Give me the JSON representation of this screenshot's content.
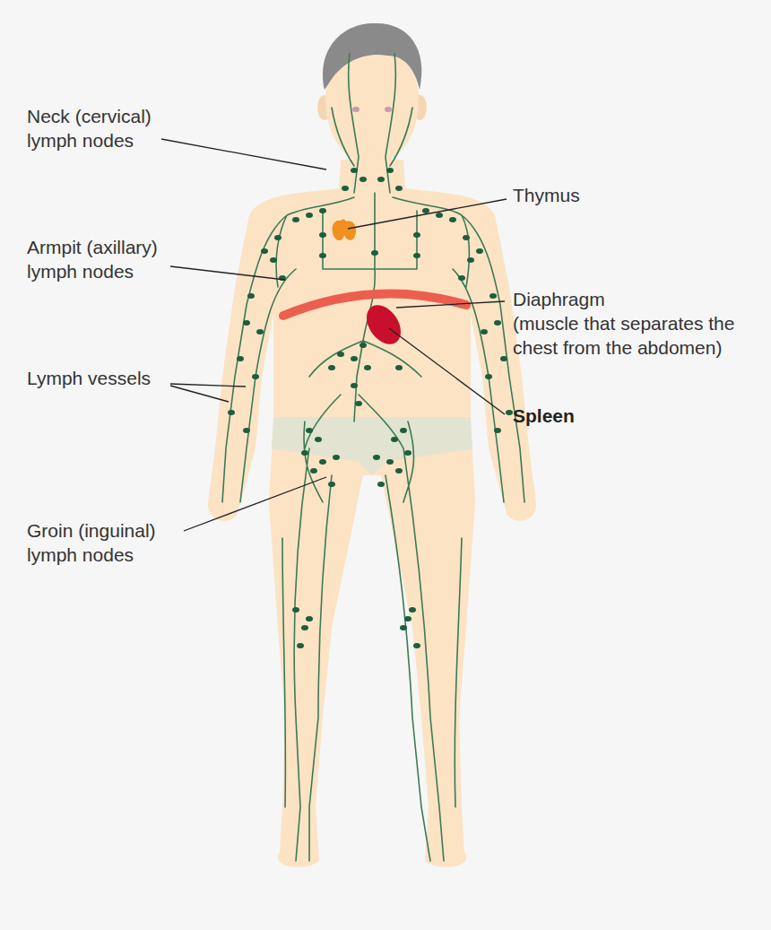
{
  "diagram": {
    "labels": [
      "Neck (cervical) lymph nodes",
      "Thymus",
      "Armpit (axillary) lymph nodes",
      "Diaphragm",
      "(muscle that separates the chest from the abdomen)",
      "Lymph vessels",
      "Spleen",
      "Groin (inguinal) lymph nodes"
    ]
  }
}
